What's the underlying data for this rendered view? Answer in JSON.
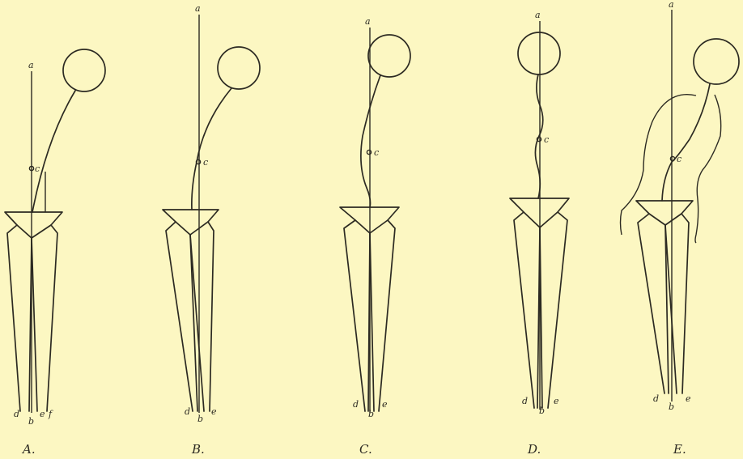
{
  "figures": [
    {
      "id": "A",
      "caption": "A.",
      "labels": {
        "a": "a",
        "b": "b",
        "c": "c",
        "d": "d",
        "e": "e",
        "f": "f"
      }
    },
    {
      "id": "B",
      "caption": "B.",
      "labels": {
        "a": "a",
        "b": "b",
        "c": "c",
        "d": "d",
        "e": "e"
      }
    },
    {
      "id": "C",
      "caption": "C.",
      "labels": {
        "a": "a",
        "b": "b",
        "c": "c",
        "d": "d",
        "e": "e"
      }
    },
    {
      "id": "D",
      "caption": "D.",
      "labels": {
        "a": "a",
        "b": "b",
        "c": "c",
        "d": "d",
        "e": "e"
      }
    },
    {
      "id": "E",
      "caption": "E.",
      "labels": {
        "a": "a",
        "b": "b",
        "c": "c",
        "d": "d",
        "e": "e"
      }
    }
  ],
  "colors": {
    "background": "#fcf7c2",
    "ink": "#2c2a22"
  }
}
